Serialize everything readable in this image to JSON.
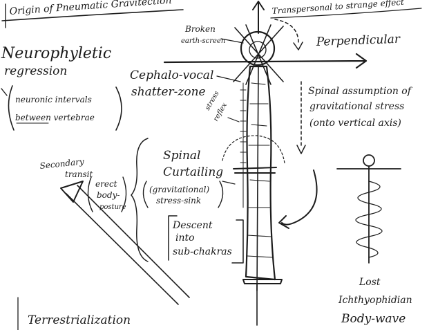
{
  "notes": {
    "origin_title": "Origin of Pneumatic Gravitection",
    "transpersonal": "Transpersonal to strange effect",
    "broken_earth_screen_1": "Broken",
    "broken_earth_screen_2": "earth-screen",
    "perpendicular": "Perpendicular",
    "neurophyletic": "Neurophyletic",
    "regression": "regression",
    "neuronic_intervals_1": "neuronic intervals",
    "neuronic_intervals_2": "between vertebrae",
    "cephalo_vocal_1": "Cephalo-vocal",
    "cephalo_vocal_2": "shatter-zone",
    "stress_reflex_1": "stress",
    "stress_reflex_2": "reflex",
    "spinal_assumption_1": "Spinal assumption of",
    "spinal_assumption_2": "gravitational stress",
    "spinal_assumption_3": "(onto vertical axis)",
    "secondary_transit_1": "Secondary",
    "secondary_transit_2": "transit",
    "erect_body_1": "erect",
    "erect_body_2": "body-",
    "erect_body_3": "posture",
    "spinal_curtailing_1": "Spinal",
    "spinal_curtailing_2": "Curtailing",
    "grav_stress_1": "(gravitational)",
    "grav_stress_2": "stress-sink",
    "descent_1": "Descent",
    "descent_2": "into",
    "descent_3": "sub-chakras",
    "lost_1": "Lost",
    "lost_2": "Ichthyophidian",
    "lost_3": "Body-wave",
    "terrestrialization": "Terrestrialization"
  },
  "colors": {
    "ink": "#1c1c1c",
    "paper": "#ffffff"
  }
}
